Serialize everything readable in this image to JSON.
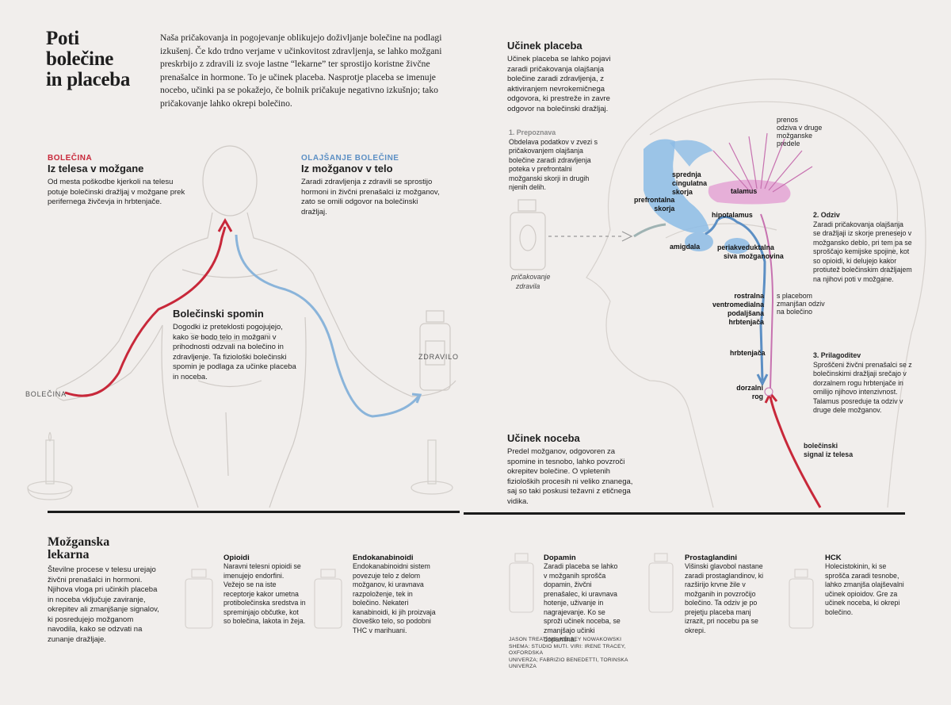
{
  "header": {
    "title_line1": "Poti",
    "title_line2": "bolečine",
    "title_line3": "in placeba",
    "intro": "Naša pričakovanja in pogojevanje oblikujejo doživljanje bolečine na podlagi izkušenj. Če kdo trdno verjame v učinkovitost zdravljenja, se lahko možgani preskrbijo z zdravili iz svoje lastne “lekarne” ter sprostijo koristne živčne prenašalce in hormone. To je učinek placeba. Nasprotje placeba se imenuje nocebo, učinki pa se pokažejo, če bolnik pričakuje negativno izkušnjo; tako pričakovanje lahko okrepi bolečino."
  },
  "pain": {
    "kicker": "BOLEČINA",
    "title": "Iz telesa v možgane",
    "text": "Od mesta poškodbe kjerkoli na telesu potuje bolečinski dražljaj v možgane prek perifernega živčevja in hrbtenjače."
  },
  "relief": {
    "kicker": "OLAJŠANJE BOLEČINE",
    "title": "Iz možganov v telo",
    "text": "Zaradi zdravljenja z zdravili se sprostijo hormoni in živčni prenašalci iz možganov, zato se omili odgovor na bolečinski dražljaj."
  },
  "memory": {
    "title": "Bolečinski spomin",
    "text": "Dogodki iz preteklosti pogojujejo, kako se bodo telo in možgani v prihodnosti odzvali na bolečino in zdravljenje. Ta fiziološki bolečinski spomin je podlaga za učinke placeba in noceba."
  },
  "figure_labels": {
    "pain_label": "BOLEČINA",
    "drug_label": "ZDRAVILO"
  },
  "placebo": {
    "title": "Učinek placeba",
    "text": "Učinek placeba se lahko pojavi zaradi pričakovanja olajšanja bolečine zaradi zdravljenja, z aktiviranjem nevrokemičnega odgovora, ki prestreže in zavre odgovor na bolečinski dražljaj."
  },
  "step1": {
    "title": "1. Prepoznava",
    "text": "Obdelava podatkov v zvezi s pričakovanjem olajšanja bolečine zaradi zdravljenja poteka v prefrontalni možganski skorji in drugih njenih delih."
  },
  "expectation": {
    "line1": "pričakovanje",
    "line2": "zdravila"
  },
  "brain_labels": {
    "anterior_cingulate": [
      "sprednja",
      "cingulatna",
      "skorja"
    ],
    "prefrontal": [
      "prefrontalna",
      "skorja"
    ],
    "thalamus": "talamus",
    "hypothalamus": "hipotalamus",
    "amygdala": "amigdala",
    "periaqueductal": [
      "periakveduktalna",
      "siva možganovina"
    ],
    "rostral": [
      "rostralna",
      "ventromedialna",
      "podaljšana hrbtenjača"
    ],
    "spinal": "hrbtenjača",
    "dorsal_horn": [
      "dorzalni",
      "rog"
    ],
    "spread": [
      "prenos",
      "odziva v druge",
      "možganske",
      "predele"
    ],
    "placebo_reduced": [
      "s placebom",
      "zmanjšan odziv",
      "na bolečino"
    ],
    "pain_signal": [
      "bolečinski",
      "signal iz telesa"
    ]
  },
  "step2": {
    "title": "2. Odziv",
    "text": "Zaradi pričakovanja olajšanja se dražljaji iz skorje prenesejo v možgansko deblo, pri tem pa se sproščajo kemijske spojine, kot so opioidi, ki delujejo kakor protiutež bolečinskim dražljajem na njihovi poti v možgane."
  },
  "step3": {
    "title": "3. Prilagoditev",
    "text": "Sproščeni živčni prenašalci se z bolečinskimi dražljaji srečajo v dorzalnem rogu hrbtenjače in omilijo njihovo intenzivnost. Talamus posreduje ta odziv v druge dele možganov."
  },
  "nocebo": {
    "title": "Učinek noceba",
    "text": "Predel možganov, odgovoren za spomine in tesnobo, lahko povzroči okrepitev bolečine. O vpletenih fizioloških procesih ni veliko znanega, saj so taki poskusi težavni z etičnega vidika."
  },
  "pharmacy": {
    "title_line1": "Možganska",
    "title_line2": "lekarna",
    "text": "Številne procese v telesu urejajo živčni prenašalci in hormoni. Njihova vloga pri učinkih placeba in noceba vključuje zaviranje, okrepitev ali zmanjšanje signalov, ki posredujejo možganom navodila, kako se odzvati na zunanje dražljaje.",
    "items": [
      {
        "name": "Opioidi",
        "text": "Naravni telesni opioidi se imenujejo endorfini. Vežejo se na iste receptorje kakor umetna protibolečinska sredstva in spreminjajo občutke, kot so bolečina, lakota in žeja."
      },
      {
        "name": "Endokanabinoidi",
        "text": "Endokanabinoidni sistem povezuje telo z delom možganov, ki uravnava razpoloženje, tek in bolečino. Nekateri kanabinoidi, ki jih proizvaja človeško telo, so podobni THC v marihuani."
      },
      {
        "name": "Dopamin",
        "text": "Zaradi placeba se lahko v možganih sprošča dopamin, živčni prenašalec, ki uravnava hotenje, uživanje in nagrajevanje. Ko se sproži učinek noceba, se zmanjšajo učinki dopamina."
      },
      {
        "name": "Prostaglandini",
        "text": "Višinski glavobol nastane zaradi prostaglandinov, ki razširijo krvne žile v možganih in povzročijo bolečino. Ta odziv je po prejetju placeba manj izrazit, pri nocebu pa se okrepi."
      },
      {
        "name": "HCK",
        "text": "Holecistokinin, ki se sprošča zaradi tesnobe, lahko zmanjša olajševalni učinek opioidov. Gre za učinek noceba, ki okrepi bolečino."
      }
    ]
  },
  "credits": {
    "line1": "JASON TREAT, NG, KELSEY NOWAKOWSKI",
    "line2": "SHEMA: STUDIO MUTI. VIRI: IRENE TRACEY, OXFORDSKA",
    "line3": "UNIVERZA; FABRIZIO BENEDETTI, TORINSKA UNIVERZA"
  },
  "colors": {
    "pain": "#c8283a",
    "relief": "#8ab4da",
    "pink": "#c772b0",
    "brain_blue": "#7aaedc"
  }
}
